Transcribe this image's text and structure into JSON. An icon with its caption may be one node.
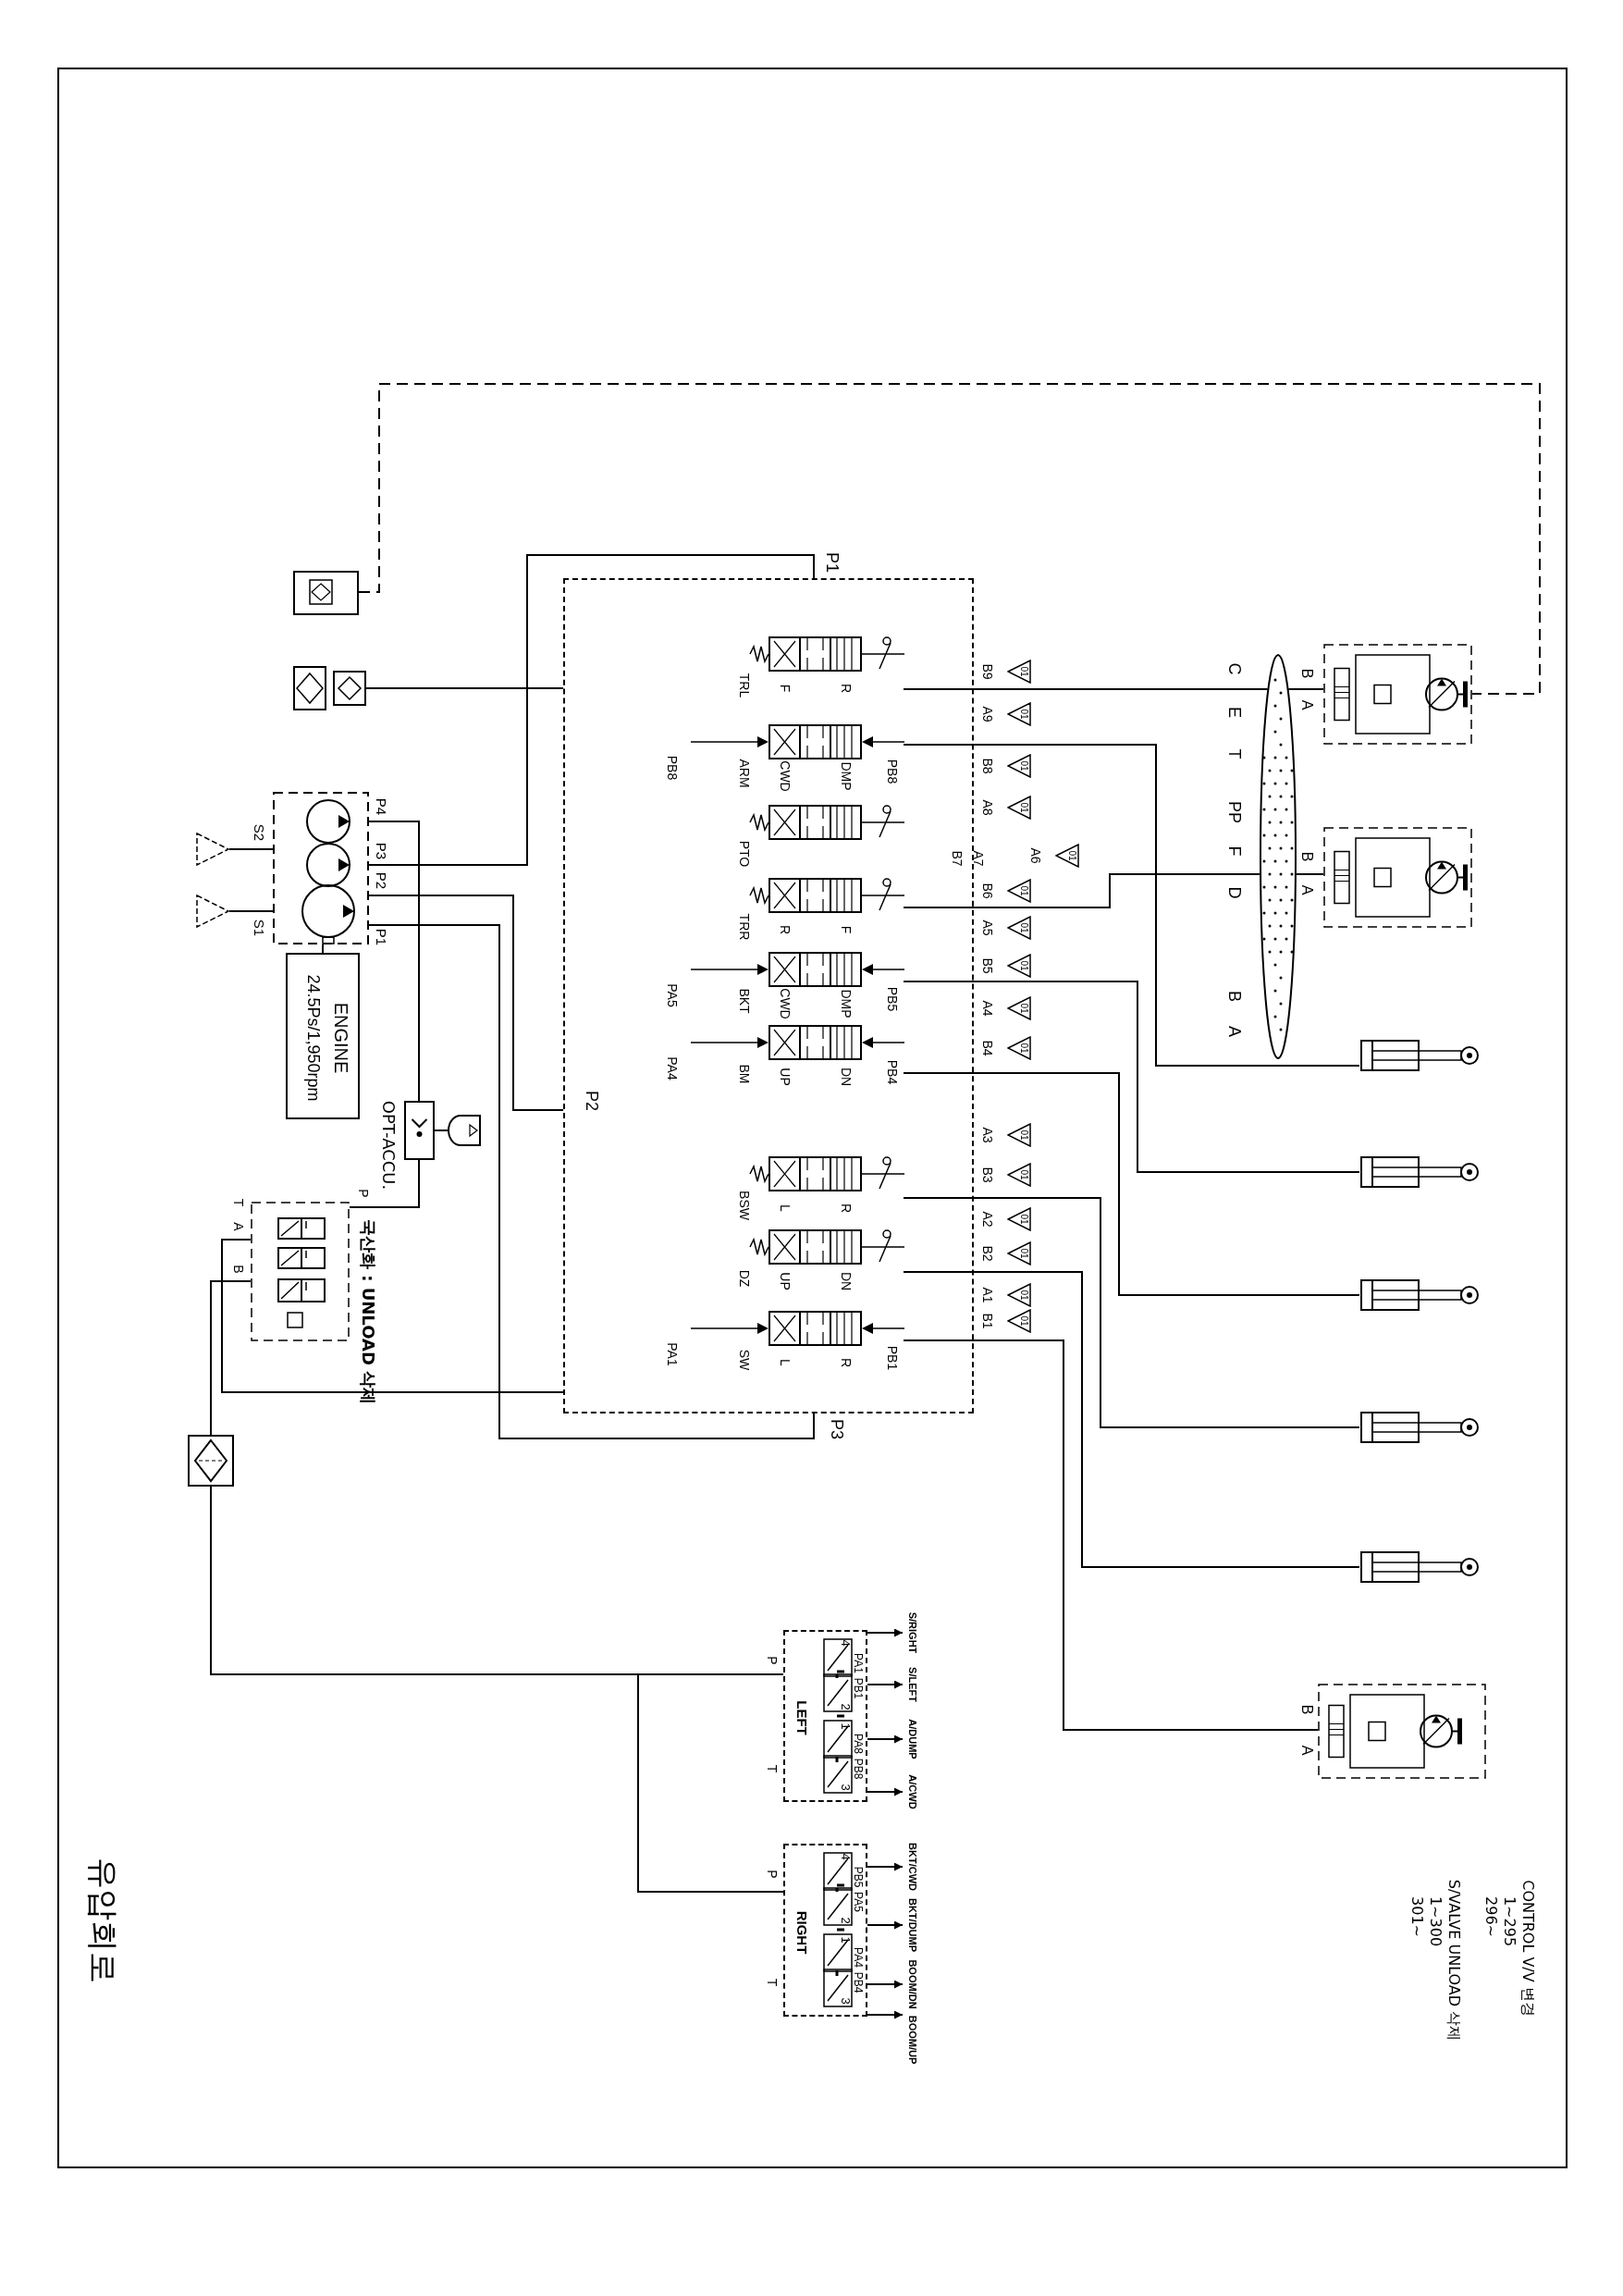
{
  "diagram": {
    "title": "유압회로",
    "nodes": [
      {
        "text": [
          "ENGINE",
          "24.5Ps/1,950rpm"
        ]
      },
      {
        "text": [],
        "shape": "pump"
      },
      {
        "text": [],
        "shape": "triangle"
      },
      {
        "text": [],
        "shape": "triangle"
      },
      {
        "text": [],
        "shape": "box",
        "beside": [
          "OPT-ACCU."
        ]
      },
      {
        "text": [],
        "shape": "accumulator"
      },
      {
        "text": [],
        "shape": "box",
        "beside": [
          "국산화 : UNLOAD 삭제"
        ]
      },
      {
        "text": [],
        "shape": "box"
      },
      {
        "text": [
          "TRL",
          "F",
          "R"
        ],
        "in": 7
      },
      {
        "text": [
          "ARM",
          "CWD",
          "DMP",
          "PB8",
          "PB8"
        ],
        "in": 7
      },
      {
        "text": [
          "PTO"
        ],
        "in": 7
      },
      {
        "text": [
          "TRR",
          "R",
          "F"
        ],
        "in": 7
      },
      {
        "text": [
          "BKT",
          "CWD",
          "DMP",
          "PA5",
          "PB5"
        ],
        "in": 7
      },
      {
        "text": [
          "BM",
          "UP",
          "DN",
          "PA4",
          "PB4"
        ],
        "in": 7
      },
      {
        "text": [
          "BSW",
          "L",
          "R"
        ],
        "in": 7
      },
      {
        "text": [
          "DZ",
          "UP",
          "DN"
        ],
        "in": 7
      },
      {
        "text": [
          "SW",
          "L",
          "R",
          "PA1",
          "PB1"
        ],
        "in": 7
      },
      {
        "text": [],
        "shape": "ellipse"
      },
      {
        "text": [],
        "shape": "motor"
      },
      {
        "text": [],
        "shape": "motor"
      },
      {
        "text": [],
        "shape": "cylinder"
      },
      {
        "text": [],
        "shape": "cylinder"
      },
      {
        "text": [],
        "shape": "cylinder"
      },
      {
        "text": [],
        "shape": "cylinder"
      },
      {
        "text": [],
        "shape": "cylinder"
      },
      {
        "text": [],
        "shape": "motor"
      },
      {
        "text": [
          "LEFT"
        ]
      },
      {
        "text": [
          "RIGHT"
        ]
      },
      {
        "text": [],
        "shape": "box"
      },
      {
        "text": [],
        "shape": "box"
      },
      {
        "text": [],
        "shape": "box"
      },
      {
        "text": [
          "S/RIGHT"
        ]
      },
      {
        "text": [
          "S/LEFT"
        ]
      },
      {
        "text": [
          "A/DUMP"
        ]
      },
      {
        "text": [
          "A/CWD"
        ]
      },
      {
        "text": [
          "BKT/CWD"
        ]
      },
      {
        "text": [
          "BKT/DUMP"
        ]
      },
      {
        "text": [
          "BOOM/DN"
        ]
      },
      {
        "text": [
          "BOOM/UP"
        ]
      }
    ],
    "edges": [
      {
        "from": 0,
        "to": 1,
        "arrow": "none"
      },
      {
        "from": 2,
        "to": 1,
        "arrow": "none"
      },
      {
        "from": 3,
        "to": 1,
        "arrow": "none"
      },
      {
        "from": 1,
        "to": 7,
        "arrow": "none"
      },
      {
        "from": 1,
        "to": 7,
        "arrow": "none"
      },
      {
        "from": 1,
        "to": 7,
        "arrow": "none"
      },
      {
        "from": 1,
        "to": 4,
        "arrow": "none"
      },
      {
        "from": 4,
        "to": 5,
        "arrow": "none"
      },
      {
        "from": 4,
        "to": 6,
        "arrow": "none"
      },
      {
        "from": 6,
        "to": 7,
        "arrow": "none"
      },
      {
        "from": 6,
        "to": 28,
        "arrow": "none"
      },
      {
        "from": 28,
        "to": 26,
        "arrow": "none"
      },
      {
        "from": 28,
        "to": 27,
        "arrow": "none"
      },
      {
        "from": 26,
        "to": 31,
        "arrow": "to"
      },
      {
        "from": 26,
        "to": 32,
        "arrow": "to"
      },
      {
        "from": 26,
        "to": 33,
        "arrow": "to"
      },
      {
        "from": 26,
        "to": 34,
        "arrow": "to"
      },
      {
        "from": 27,
        "to": 35,
        "arrow": "to"
      },
      {
        "from": 27,
        "to": 36,
        "arrow": "to"
      },
      {
        "from": 27,
        "to": 37,
        "arrow": "to"
      },
      {
        "from": 27,
        "to": 38,
        "arrow": "to"
      },
      {
        "from": 8,
        "to": 17,
        "arrow": "none"
      },
      {
        "from": 17,
        "to": 18,
        "arrow": "none"
      },
      {
        "from": 11,
        "to": 17,
        "arrow": "none"
      },
      {
        "from": 17,
        "to": 19,
        "arrow": "none"
      },
      {
        "from": 9,
        "to": 20,
        "arrow": "none"
      },
      {
        "from": 12,
        "to": 21,
        "arrow": "none"
      },
      {
        "from": 13,
        "to": 22,
        "arrow": "none"
      },
      {
        "from": 14,
        "to": 23,
        "arrow": "none"
      },
      {
        "from": 15,
        "to": 24,
        "arrow": "none"
      },
      {
        "from": 16,
        "to": 25,
        "arrow": "none"
      },
      {
        "from": 29,
        "to": 18,
        "arrow": "none",
        "style": "dashed"
      },
      {
        "from": 30,
        "to": 7,
        "arrow": "none"
      }
    ],
    "labels": [
      "P4",
      "P3",
      "P2",
      "P1",
      "S2",
      "S1",
      "P",
      "T",
      "A",
      "B",
      "P1",
      "P2",
      "P3",
      "B9",
      "01",
      "A9",
      "01",
      "B8",
      "01",
      "A8",
      "01",
      "B7",
      "A7",
      "A6",
      "01",
      "B6",
      "01",
      "A5",
      "01",
      "B5",
      "01",
      "A4",
      "01",
      "B4",
      "01",
      "A3",
      "01",
      "B3",
      "01",
      "A2",
      "01",
      "B2",
      "01",
      "A1",
      "01",
      "B1",
      "01",
      "C",
      "E",
      "T",
      "PP",
      "F",
      "D",
      "B",
      "A",
      "B",
      "A",
      "B",
      "A",
      "B",
      "A",
      "P",
      "T",
      "4",
      "PA1",
      "2",
      "PB1",
      "1",
      "PA8",
      "3",
      "PB8",
      "P",
      "T",
      "4",
      "PB5",
      "2",
      "PA5",
      "1",
      "PA4",
      "3",
      "PB4",
      "CONTROL V/V 변경",
      "1~295",
      "296~",
      "S/VALVE UNLOAD 삭제",
      "1~300",
      "301~"
    ]
  }
}
